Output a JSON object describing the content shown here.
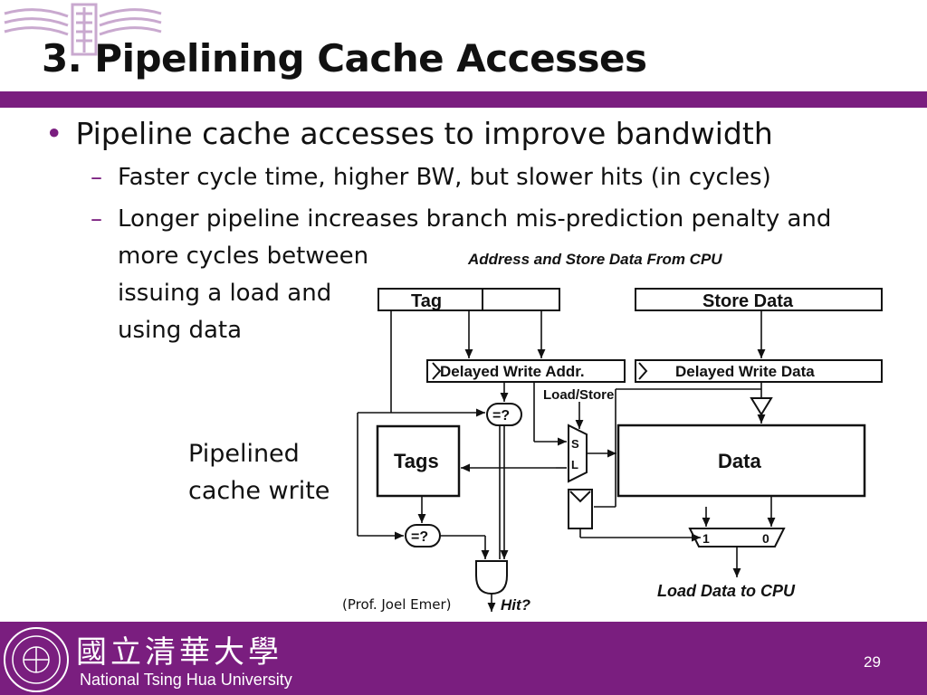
{
  "slide": {
    "title": "3. Pipelining Cache Accesses",
    "page_number": "29",
    "credit": "(Prof. Joel Emer)"
  },
  "bullets": {
    "main": "Pipeline cache accesses to improve bandwidth",
    "sub1": "Faster cycle time, higher BW, but slower hits (in cycles)",
    "sub2_line1": "Longer pipeline increases branch mis-prediction penalty and",
    "sub2_line2": "more cycles between",
    "sub2_line3": "issuing a load and",
    "sub2_line4": "using data"
  },
  "caption": {
    "line1": "Pipelined",
    "line2": "cache write"
  },
  "diagram": {
    "header_label": "Address and Store Data From CPU",
    "tag_label": "Tag",
    "store_data_label": "Store Data",
    "delayed_addr_label": "Delayed Write Addr.",
    "delayed_data_label": "Delayed Write Data",
    "load_store_label": "Load/Store",
    "compare1_label": "=?",
    "compare2_label": "=?",
    "mux_s_label": "S",
    "mux_l_label": "L",
    "tags_block_label": "Tags",
    "data_block_label": "Data",
    "mux_in1_label": "1",
    "mux_in0_label": "0",
    "load_data_label": "Load Data to CPU",
    "hit_label": "Hit?"
  },
  "footer": {
    "university_cn": "國立清華大學",
    "university_en": "National Tsing Hua University"
  },
  "colors": {
    "accent": "#7a1e7f",
    "text": "#111111",
    "footer_text": "#ffffff"
  }
}
